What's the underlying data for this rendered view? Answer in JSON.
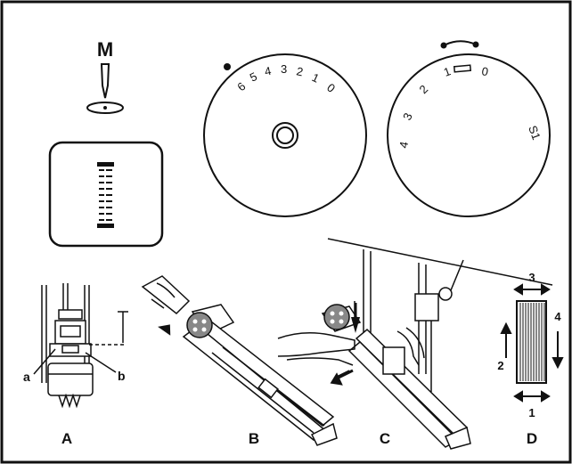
{
  "needle_position": {
    "label": "M"
  },
  "dial_stitch_length": {
    "numbers": [
      "6",
      "5",
      "4",
      "3",
      "2",
      "1",
      "0"
    ]
  },
  "dial_pattern": {
    "numbers": [
      "4",
      "3",
      "2",
      "1",
      "0",
      "S1"
    ]
  },
  "figure_labels": {
    "a": "A",
    "b": "B",
    "c": "C",
    "d": "D"
  },
  "part_labels": {
    "a": "a",
    "b": "b"
  },
  "buttonhole_steps": {
    "top": "3",
    "right": "4",
    "left": "2",
    "bottom": "1"
  }
}
